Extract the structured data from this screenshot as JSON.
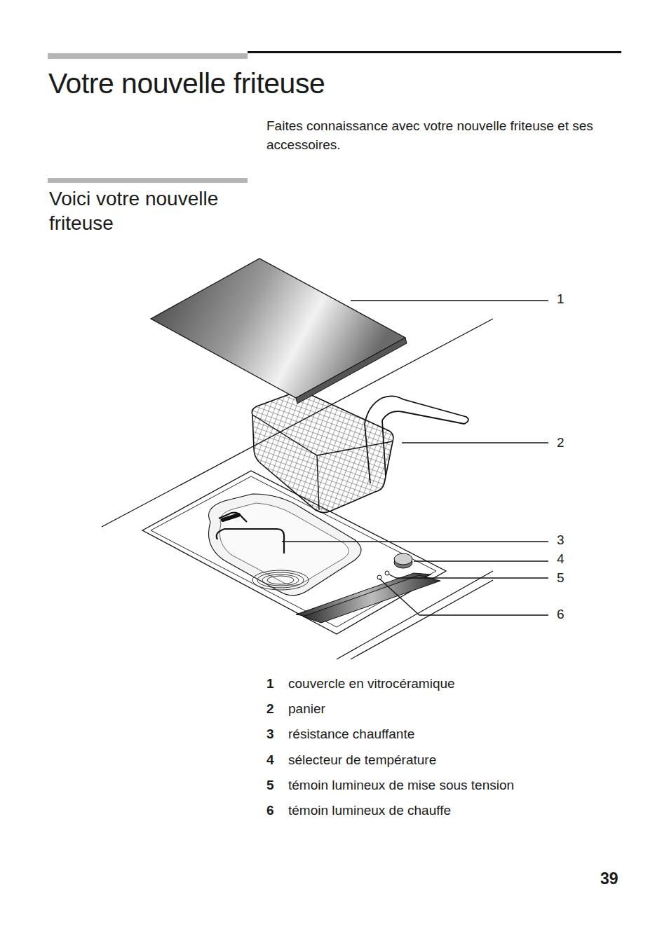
{
  "diagram": {
    "title": "Votre nouvelle friteuse",
    "labels": [
      "Faites connaissance avec votre nouvelle friteuse et ses accessoires.",
      "Voici votre nouvelle friteuse",
      "1",
      "2",
      "3",
      "4",
      "5",
      "6",
      "1",
      "couvercle en vitrocéramique",
      "2",
      "panier",
      "3",
      "résistance chauffante",
      "4",
      "sélecteur de température",
      "5",
      "témoin lumineux de mise sous tension",
      "6",
      "témoin lumineux de chauffe",
      "39"
    ]
  }
}
